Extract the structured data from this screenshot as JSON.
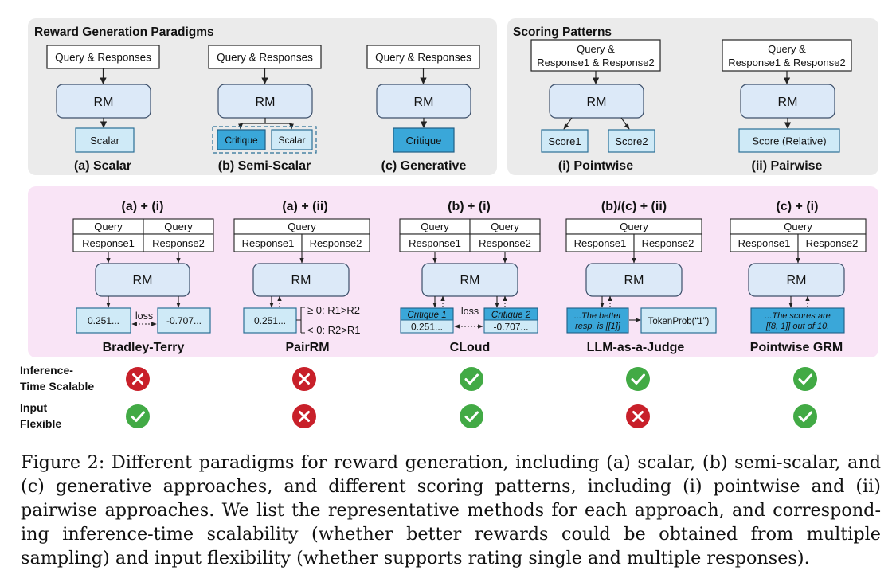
{
  "top": {
    "left_title": "Reward Generation Paradigms",
    "right_title": "Scoring Patterns",
    "query_responses": "Query & Responses",
    "query_r1_r2_line1": "Query &",
    "query_r1_r2_line2": "Response1 & Response2",
    "rm": "RM",
    "scalar": "Scalar",
    "critique": "Critique",
    "score1": "Score1",
    "score2": "Score2",
    "score_relative": "Score (Relative)",
    "label_a": "(a) Scalar",
    "label_b": "(b) Semi-Scalar",
    "label_c": "(c) Generative",
    "label_i": "(i) Pointwise",
    "label_ii": "(ii) Pairwise"
  },
  "methods": [
    {
      "tag": "(a) + (i)",
      "name": "Bradley-Terry"
    },
    {
      "tag": "(a) + (ii)",
      "name": "PairRM"
    },
    {
      "tag": "(b) + (i)",
      "name": "CLoud"
    },
    {
      "tag": "(b)/(c) + (ii)",
      "name": "LLM-as-a-Judge"
    },
    {
      "tag": "(c) + (i)",
      "name": "Pointwise GRM"
    }
  ],
  "bottom": {
    "query": "Query",
    "response1": "Response1",
    "response2": "Response2",
    "rm": "RM",
    "loss": "loss",
    "val1": "0.251...",
    "val2": "-0.707...",
    "pair_ge": "≥ 0: R1>R2",
    "pair_lt": "< 0: R2>R1",
    "critique1": "Critique 1",
    "critique2": "Critique 2",
    "judge_line1": "...The better",
    "judge_line2": "resp. is [[1]]",
    "token_prob": "TokenProb(“1”)",
    "grm_line1": "...The scores are",
    "grm_line2": "[[8, 1]] out of 10."
  },
  "properties": {
    "inference_line1": "Inference-",
    "inference_line2": "Time Scalable",
    "input_line1": "Input",
    "input_line2": "Flexible",
    "inference_scalable": [
      false,
      false,
      true,
      true,
      true
    ],
    "input_flexible": [
      true,
      false,
      true,
      false,
      true
    ]
  },
  "colors": {
    "top_panel": "#ebebeb",
    "bottom_panel": "#f9e4f6",
    "rm_fill": "#dce9f8",
    "scalar_fill": "#cfeaf7",
    "critique_fill": "#3aa7d9",
    "check": "#42aa45",
    "cross": "#c8202a"
  },
  "caption": "Figure 2: Different paradigms for reward generation, including (a) scalar, (b) semi-scalar, and (c) generative approaches, and different scoring patterns, including (i) pointwise and (ii) pairwise approaches. We list the representative methods for each approach, and correspond­ing inference-time scalability (whether better rewards could be obtained from multiple sampling) and input flexibility (whether supports rating single and multiple responses)."
}
